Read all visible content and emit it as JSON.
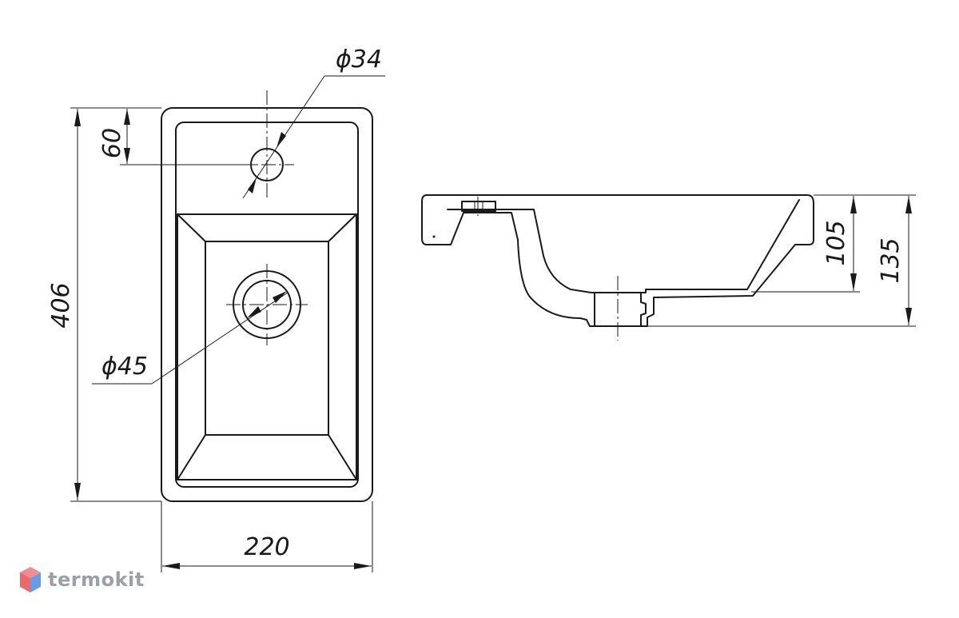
{
  "dimensions": {
    "height_total": "406",
    "width_total": "220",
    "tap_offset": "60",
    "tap_hole_diameter": "ϕ34",
    "drain_diameter": "ϕ45",
    "bowl_depth": "105",
    "overall_height": "135"
  },
  "brand": {
    "name": "termokit",
    "color": "#9aa0a6",
    "logo_colors": [
      "#e86a6a",
      "#6a9be8"
    ]
  }
}
